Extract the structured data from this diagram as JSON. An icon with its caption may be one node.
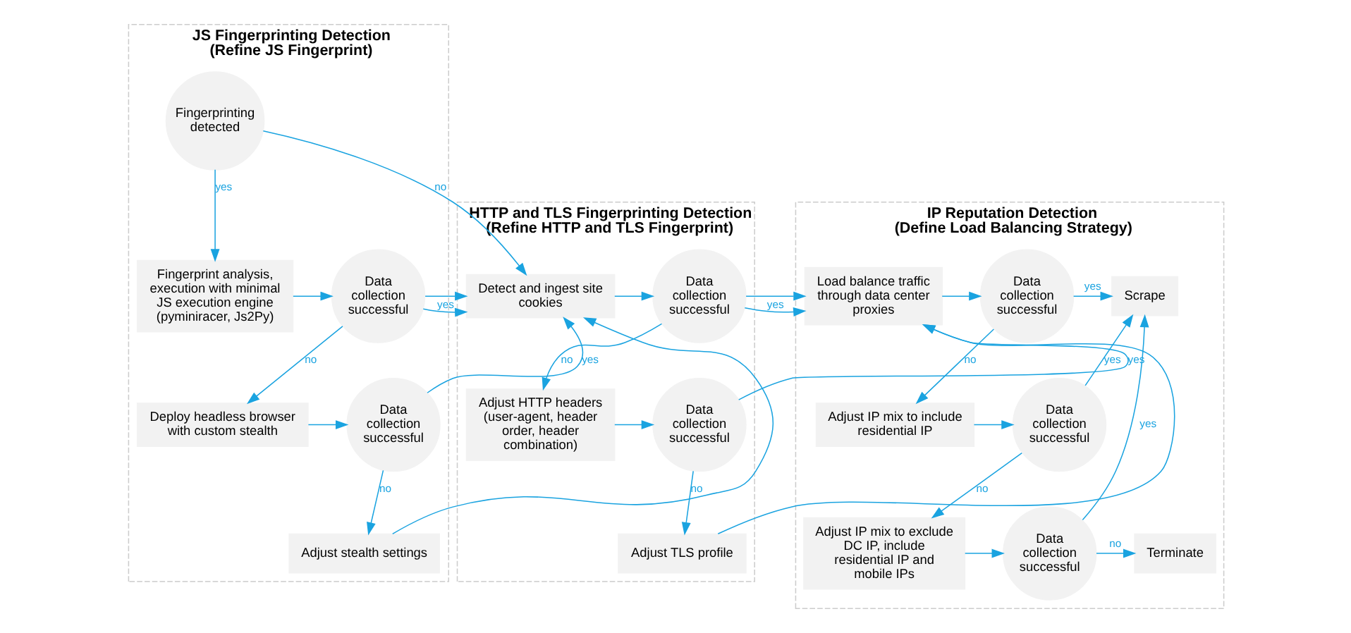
{
  "diagram": {
    "nodes": [
      {
        "text": [
          "JS Fingerprinting Detection",
          "(Refine JS Fingerprint)"
        ]
      },
      {
        "text": [
          "Fingerprinting detected"
        ],
        "in": 0
      },
      {
        "text": [
          "Fingerprint analysis, execution with minimal JS execution engine (pyminiracer, Js2Py)"
        ],
        "in": 0
      },
      {
        "text": [
          "Data collection successful"
        ],
        "in": 0
      },
      {
        "text": [
          "Deploy headless browser with custom stealth"
        ],
        "in": 0
      },
      {
        "text": [
          "Data collection successful"
        ],
        "in": 0
      },
      {
        "text": [
          "Adjust stealth settings"
        ],
        "in": 0
      },
      {
        "text": [
          "HTTP and TLS Fingerprinting Detection",
          "(Refine HTTP and TLS Fingerprint)"
        ]
      },
      {
        "text": [
          "Detect and ingest site cookies"
        ],
        "in": 7
      },
      {
        "text": [
          "Data collection successful"
        ],
        "in": 7
      },
      {
        "text": [
          "Adjust HTTP headers (user-agent, header order, header combination)"
        ],
        "in": 7
      },
      {
        "text": [
          "Data collection successful"
        ],
        "in": 7
      },
      {
        "text": [
          "Adjust TLS profile"
        ],
        "in": 7
      },
      {
        "text": [
          "IP Reputation Detection",
          "(Define Load Balancing Strategy)"
        ]
      },
      {
        "text": [
          "Load balance traffic through data center proxies"
        ],
        "in": 13
      },
      {
        "text": [
          "Data collection successful"
        ],
        "in": 13
      },
      {
        "text": [
          "Adjust IP mix to include residential IP"
        ],
        "in": 13
      },
      {
        "text": [
          "Data collection successful"
        ],
        "in": 13
      },
      {
        "text": [
          "Adjust IP mix to exclude DC IP, include residential IP and mobile IPs"
        ],
        "in": 13
      },
      {
        "text": [
          "Data collection successful"
        ],
        "in": 13
      },
      {
        "text": [
          "Scrape"
        ],
        "in": 13
      },
      {
        "text": [
          "Terminate"
        ],
        "in": 13
      }
    ],
    "edges": [
      {
        "from": 1,
        "to": 2,
        "arrow": "to",
        "label": "yes"
      },
      {
        "from": 1,
        "to": 8,
        "arrow": "to",
        "label": "no"
      },
      {
        "from": 2,
        "to": 3,
        "arrow": "to"
      },
      {
        "from": 3,
        "to": 8,
        "arrow": "to",
        "label": "yes"
      },
      {
        "from": 3,
        "to": 4,
        "arrow": "to",
        "label": "no"
      },
      {
        "from": 4,
        "to": 5,
        "arrow": "to"
      },
      {
        "from": 5,
        "to": 8,
        "arrow": "to",
        "label": "yes"
      },
      {
        "from": 5,
        "to": 6,
        "arrow": "to",
        "label": "no"
      },
      {
        "from": 6,
        "to": 8,
        "arrow": "to"
      },
      {
        "from": 8,
        "to": 9,
        "arrow": "to"
      },
      {
        "from": 9,
        "to": 14,
        "arrow": "to",
        "label": "yes"
      },
      {
        "from": 9,
        "to": 10,
        "arrow": "to",
        "label": "no"
      },
      {
        "from": 10,
        "to": 11,
        "arrow": "to"
      },
      {
        "from": 11,
        "to": 14,
        "arrow": "to",
        "label": "yes"
      },
      {
        "from": 11,
        "to": 12,
        "arrow": "to",
        "label": "no"
      },
      {
        "from": 12,
        "to": 14,
        "arrow": "to"
      },
      {
        "from": 14,
        "to": 15,
        "arrow": "to"
      },
      {
        "from": 15,
        "to": 20,
        "arrow": "to",
        "label": "yes"
      },
      {
        "from": 15,
        "to": 16,
        "arrow": "to",
        "label": "no"
      },
      {
        "from": 16,
        "to": 17,
        "arrow": "to"
      },
      {
        "from": 17,
        "to": 20,
        "arrow": "to",
        "label": "yes"
      },
      {
        "from": 17,
        "to": 18,
        "arrow": "to",
        "label": "no"
      },
      {
        "from": 18,
        "to": 19,
        "arrow": "to"
      },
      {
        "from": 19,
        "to": 20,
        "arrow": "to",
        "label": "yes"
      },
      {
        "from": 19,
        "to": 21,
        "arrow": "to",
        "label": "no"
      }
    ]
  }
}
